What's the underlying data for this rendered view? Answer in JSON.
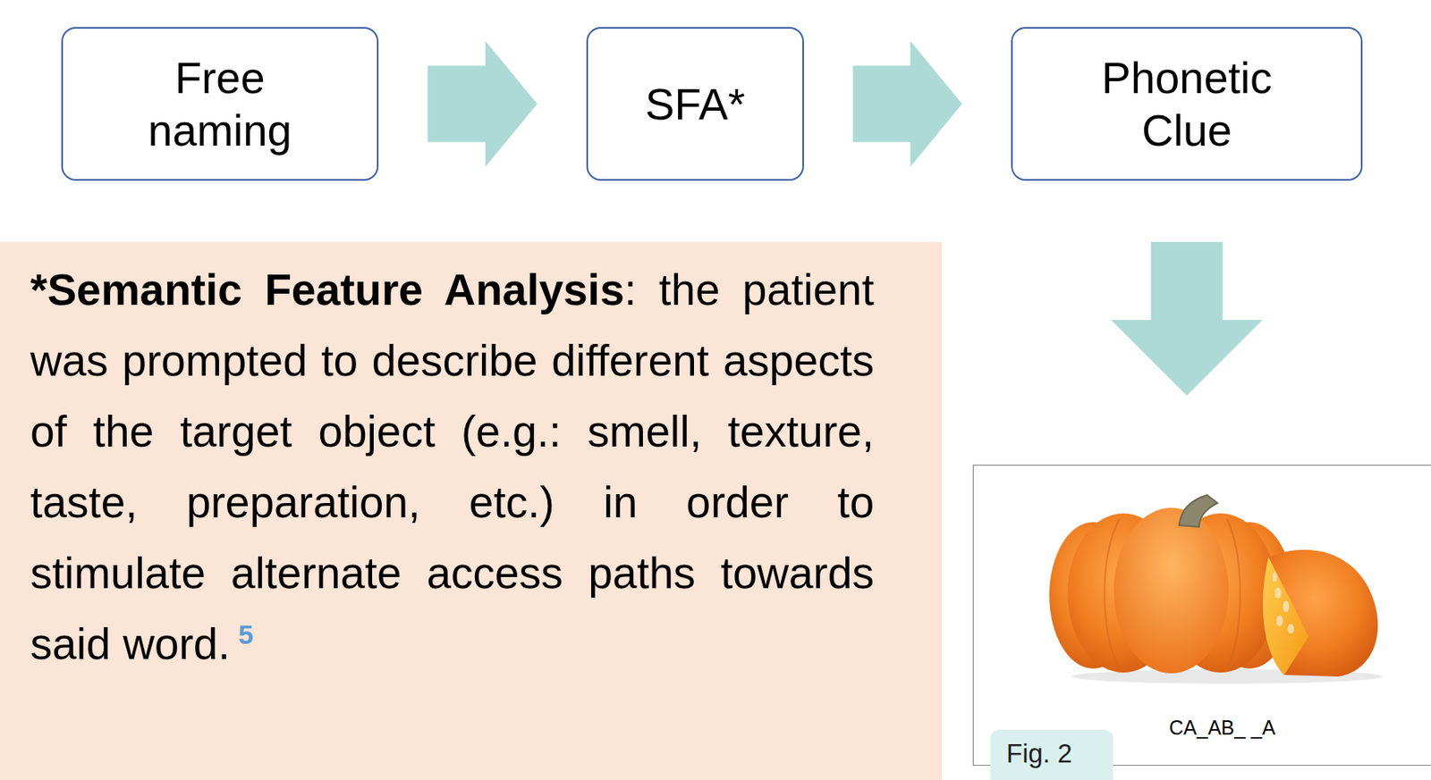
{
  "diagram": {
    "nodes": [
      {
        "text": [
          "Free naming"
        ]
      },
      {
        "text": [
          "SFA*"
        ]
      },
      {
        "text": [
          "Phonetic Clue"
        ]
      },
      {
        "text": [
          "*Semantic Feature Analysis",
          ": the patient was prompted to describe different aspects of the target object (e.g.: smell, texture, taste, preparation, etc.) in order to stimulate alternate access paths towards said word.",
          "5"
        ]
      },
      {
        "text": [
          "CA_AB_ _A",
          "Fig. 2"
        ]
      }
    ],
    "edges": [
      {
        "from": 0,
        "to": 1,
        "arrow": "to"
      },
      {
        "from": 1,
        "to": 2,
        "arrow": "to"
      },
      {
        "from": 2,
        "to": 4,
        "arrow": "to"
      }
    ]
  }
}
